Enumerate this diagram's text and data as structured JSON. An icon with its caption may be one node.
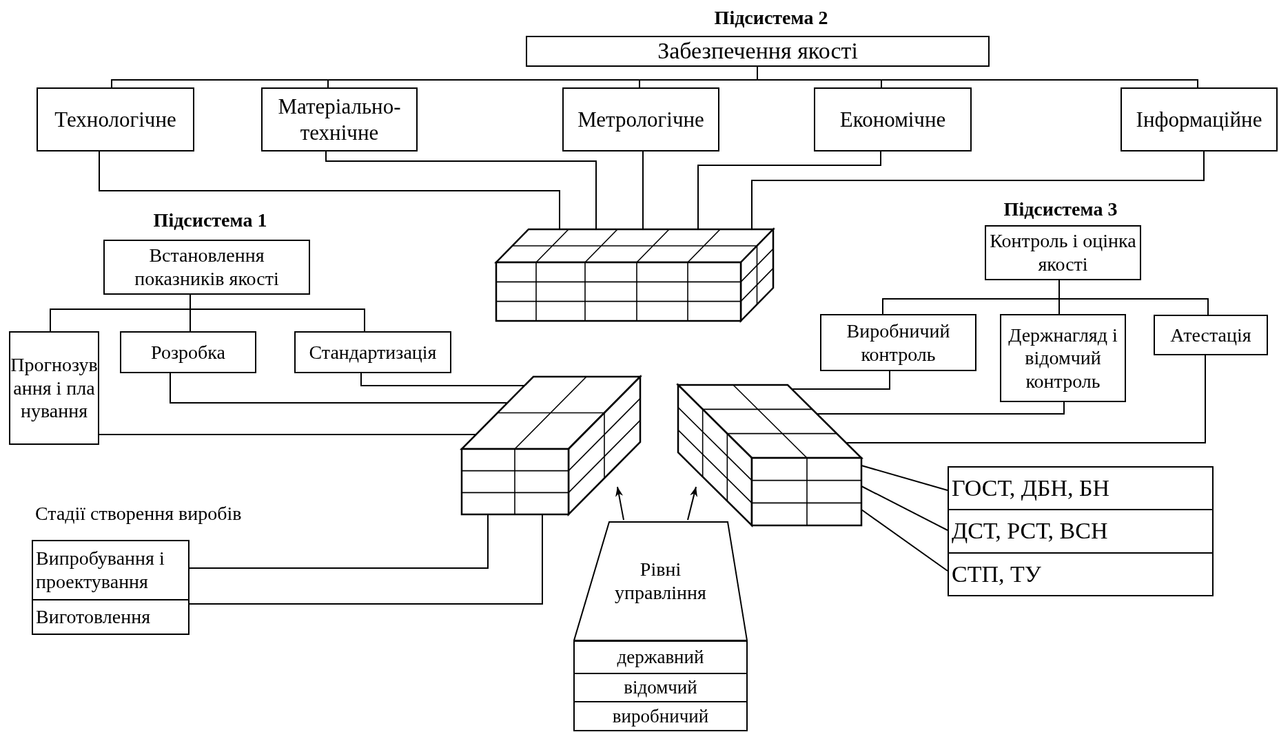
{
  "diagram": {
    "nodes": [
      {
        "text": [
          "Забезпечення якості"
        ],
        "beside": [
          "Підсистема 2"
        ]
      },
      {
        "text": [
          "Технологічне"
        ]
      },
      {
        "text": [
          "Матеріально-технічне"
        ]
      },
      {
        "text": [
          "Метрологічне"
        ]
      },
      {
        "text": [
          "Економічне"
        ]
      },
      {
        "text": [
          "Інформаційне"
        ]
      },
      {
        "text": [],
        "shape": "cube"
      },
      {
        "text": [
          "Встановлення показників якості"
        ],
        "beside": [
          "Підсистема 1"
        ]
      },
      {
        "text": [
          "Прогнозування і планування"
        ]
      },
      {
        "text": [
          "Розробка"
        ]
      },
      {
        "text": [
          "Стандартизація"
        ]
      },
      {
        "text": [],
        "shape": "cube"
      },
      {
        "text": [
          "Контроль і оцінка якості"
        ],
        "beside": [
          "Підсистема 3"
        ]
      },
      {
        "text": [
          "Виробничий контроль"
        ]
      },
      {
        "text": [
          "Держнагляд і відомчий контроль"
        ]
      },
      {
        "text": [
          "Атестація"
        ]
      },
      {
        "text": [],
        "shape": "cube"
      },
      {
        "text": [
          "Випробування і проектування"
        ],
        "beside": [
          "Стадії створення виробів"
        ]
      },
      {
        "text": [
          "Виготовлення"
        ]
      },
      {
        "text": [
          "Рівні управління"
        ]
      },
      {
        "text": [
          "державний"
        ]
      },
      {
        "text": [
          "відомчий"
        ]
      },
      {
        "text": [
          "виробничий"
        ]
      },
      {
        "text": [
          "ГОСТ, ДБН, БН"
        ]
      },
      {
        "text": [
          "ДСТ, РСТ, ВСН"
        ]
      },
      {
        "text": [
          "СТП, ТУ"
        ]
      }
    ],
    "edges": [
      {
        "from": 0,
        "to": 1,
        "arrow": "none"
      },
      {
        "from": 0,
        "to": 2,
        "arrow": "none"
      },
      {
        "from": 0,
        "to": 3,
        "arrow": "none"
      },
      {
        "from": 0,
        "to": 4,
        "arrow": "none"
      },
      {
        "from": 0,
        "to": 5,
        "arrow": "none"
      },
      {
        "from": 1,
        "to": 6,
        "arrow": "none"
      },
      {
        "from": 2,
        "to": 6,
        "arrow": "none"
      },
      {
        "from": 3,
        "to": 6,
        "arrow": "none"
      },
      {
        "from": 4,
        "to": 6,
        "arrow": "none"
      },
      {
        "from": 5,
        "to": 6,
        "arrow": "none"
      },
      {
        "from": 7,
        "to": 8,
        "arrow": "none"
      },
      {
        "from": 7,
        "to": 9,
        "arrow": "none"
      },
      {
        "from": 7,
        "to": 10,
        "arrow": "none"
      },
      {
        "from": 8,
        "to": 11,
        "arrow": "none"
      },
      {
        "from": 9,
        "to": 11,
        "arrow": "none"
      },
      {
        "from": 10,
        "to": 11,
        "arrow": "none"
      },
      {
        "from": 12,
        "to": 13,
        "arrow": "none"
      },
      {
        "from": 12,
        "to": 14,
        "arrow": "none"
      },
      {
        "from": 12,
        "to": 15,
        "arrow": "none"
      },
      {
        "from": 13,
        "to": 16,
        "arrow": "none"
      },
      {
        "from": 14,
        "to": 16,
        "arrow": "none"
      },
      {
        "from": 15,
        "to": 16,
        "arrow": "none"
      },
      {
        "from": 16,
        "to": 23,
        "arrow": "none"
      },
      {
        "from": 16,
        "to": 24,
        "arrow": "none"
      },
      {
        "from": 16,
        "to": 25,
        "arrow": "none"
      },
      {
        "from": 17,
        "to": 11,
        "arrow": "none"
      },
      {
        "from": 18,
        "to": 11,
        "arrow": "none"
      },
      {
        "from": 19,
        "to": 11,
        "arrow": "to"
      },
      {
        "from": 19,
        "to": 16,
        "arrow": "to"
      }
    ]
  }
}
